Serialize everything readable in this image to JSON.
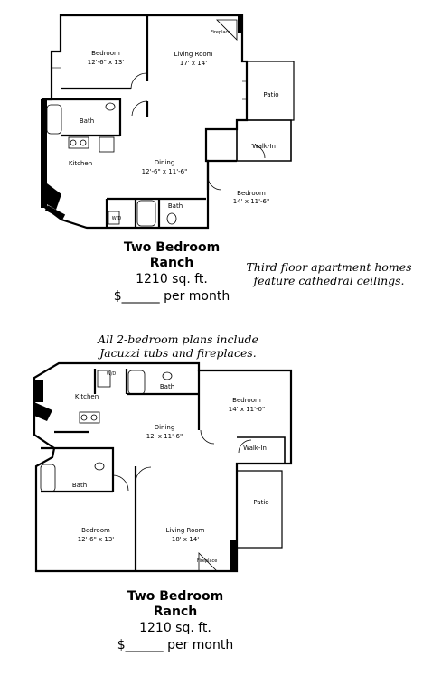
{
  "plan_top": {
    "rooms": {
      "bedroom": {
        "name": "Bedroom",
        "dims": "12'-6\" x 13'"
      },
      "living": {
        "name": "Living Room",
        "dims": "17' x 14'"
      },
      "fireplace": "Fireplace",
      "patio": "Patio",
      "bath1": "Bath",
      "walkin": "Walk-In",
      "kitchen": "Kitchen",
      "dining": {
        "name": "Dining",
        "dims": "12'-6\" x 11'-6\""
      },
      "bedroom2": {
        "name": "Bedroom",
        "dims": "14' x 11'-6\""
      },
      "wd": "W/D",
      "bath2": "Bath"
    },
    "title": "Two Bedroom",
    "subtitle": "Ranch",
    "size": "1210 sq. ft.",
    "price": "$______ per month"
  },
  "note_top": "Third floor apartment homes feature cathedral ceilings.",
  "note_middle": "All 2-bedroom plans include Jacuzzi tubs and fireplaces.",
  "plan_bottom": {
    "rooms": {
      "wd": "W/D",
      "bath1": "Bath",
      "kitchen": "Kitchen",
      "bedroom2": {
        "name": "Bedroom",
        "dims": "14' x 11'-0\""
      },
      "dining": {
        "name": "Dining",
        "dims": "12' x 11'-6\""
      },
      "walkin": "Walk-In",
      "bath2": "Bath",
      "patio": "Patio",
      "bedroom": {
        "name": "Bedroom",
        "dims": "12'-6\" x 13'"
      },
      "living": {
        "name": "Living Room",
        "dims": "18' x 14'"
      },
      "fireplace": "Fireplace"
    },
    "title": "Two Bedroom",
    "subtitle": "Ranch",
    "size": "1210 sq. ft.",
    "price": "$______ per month"
  }
}
